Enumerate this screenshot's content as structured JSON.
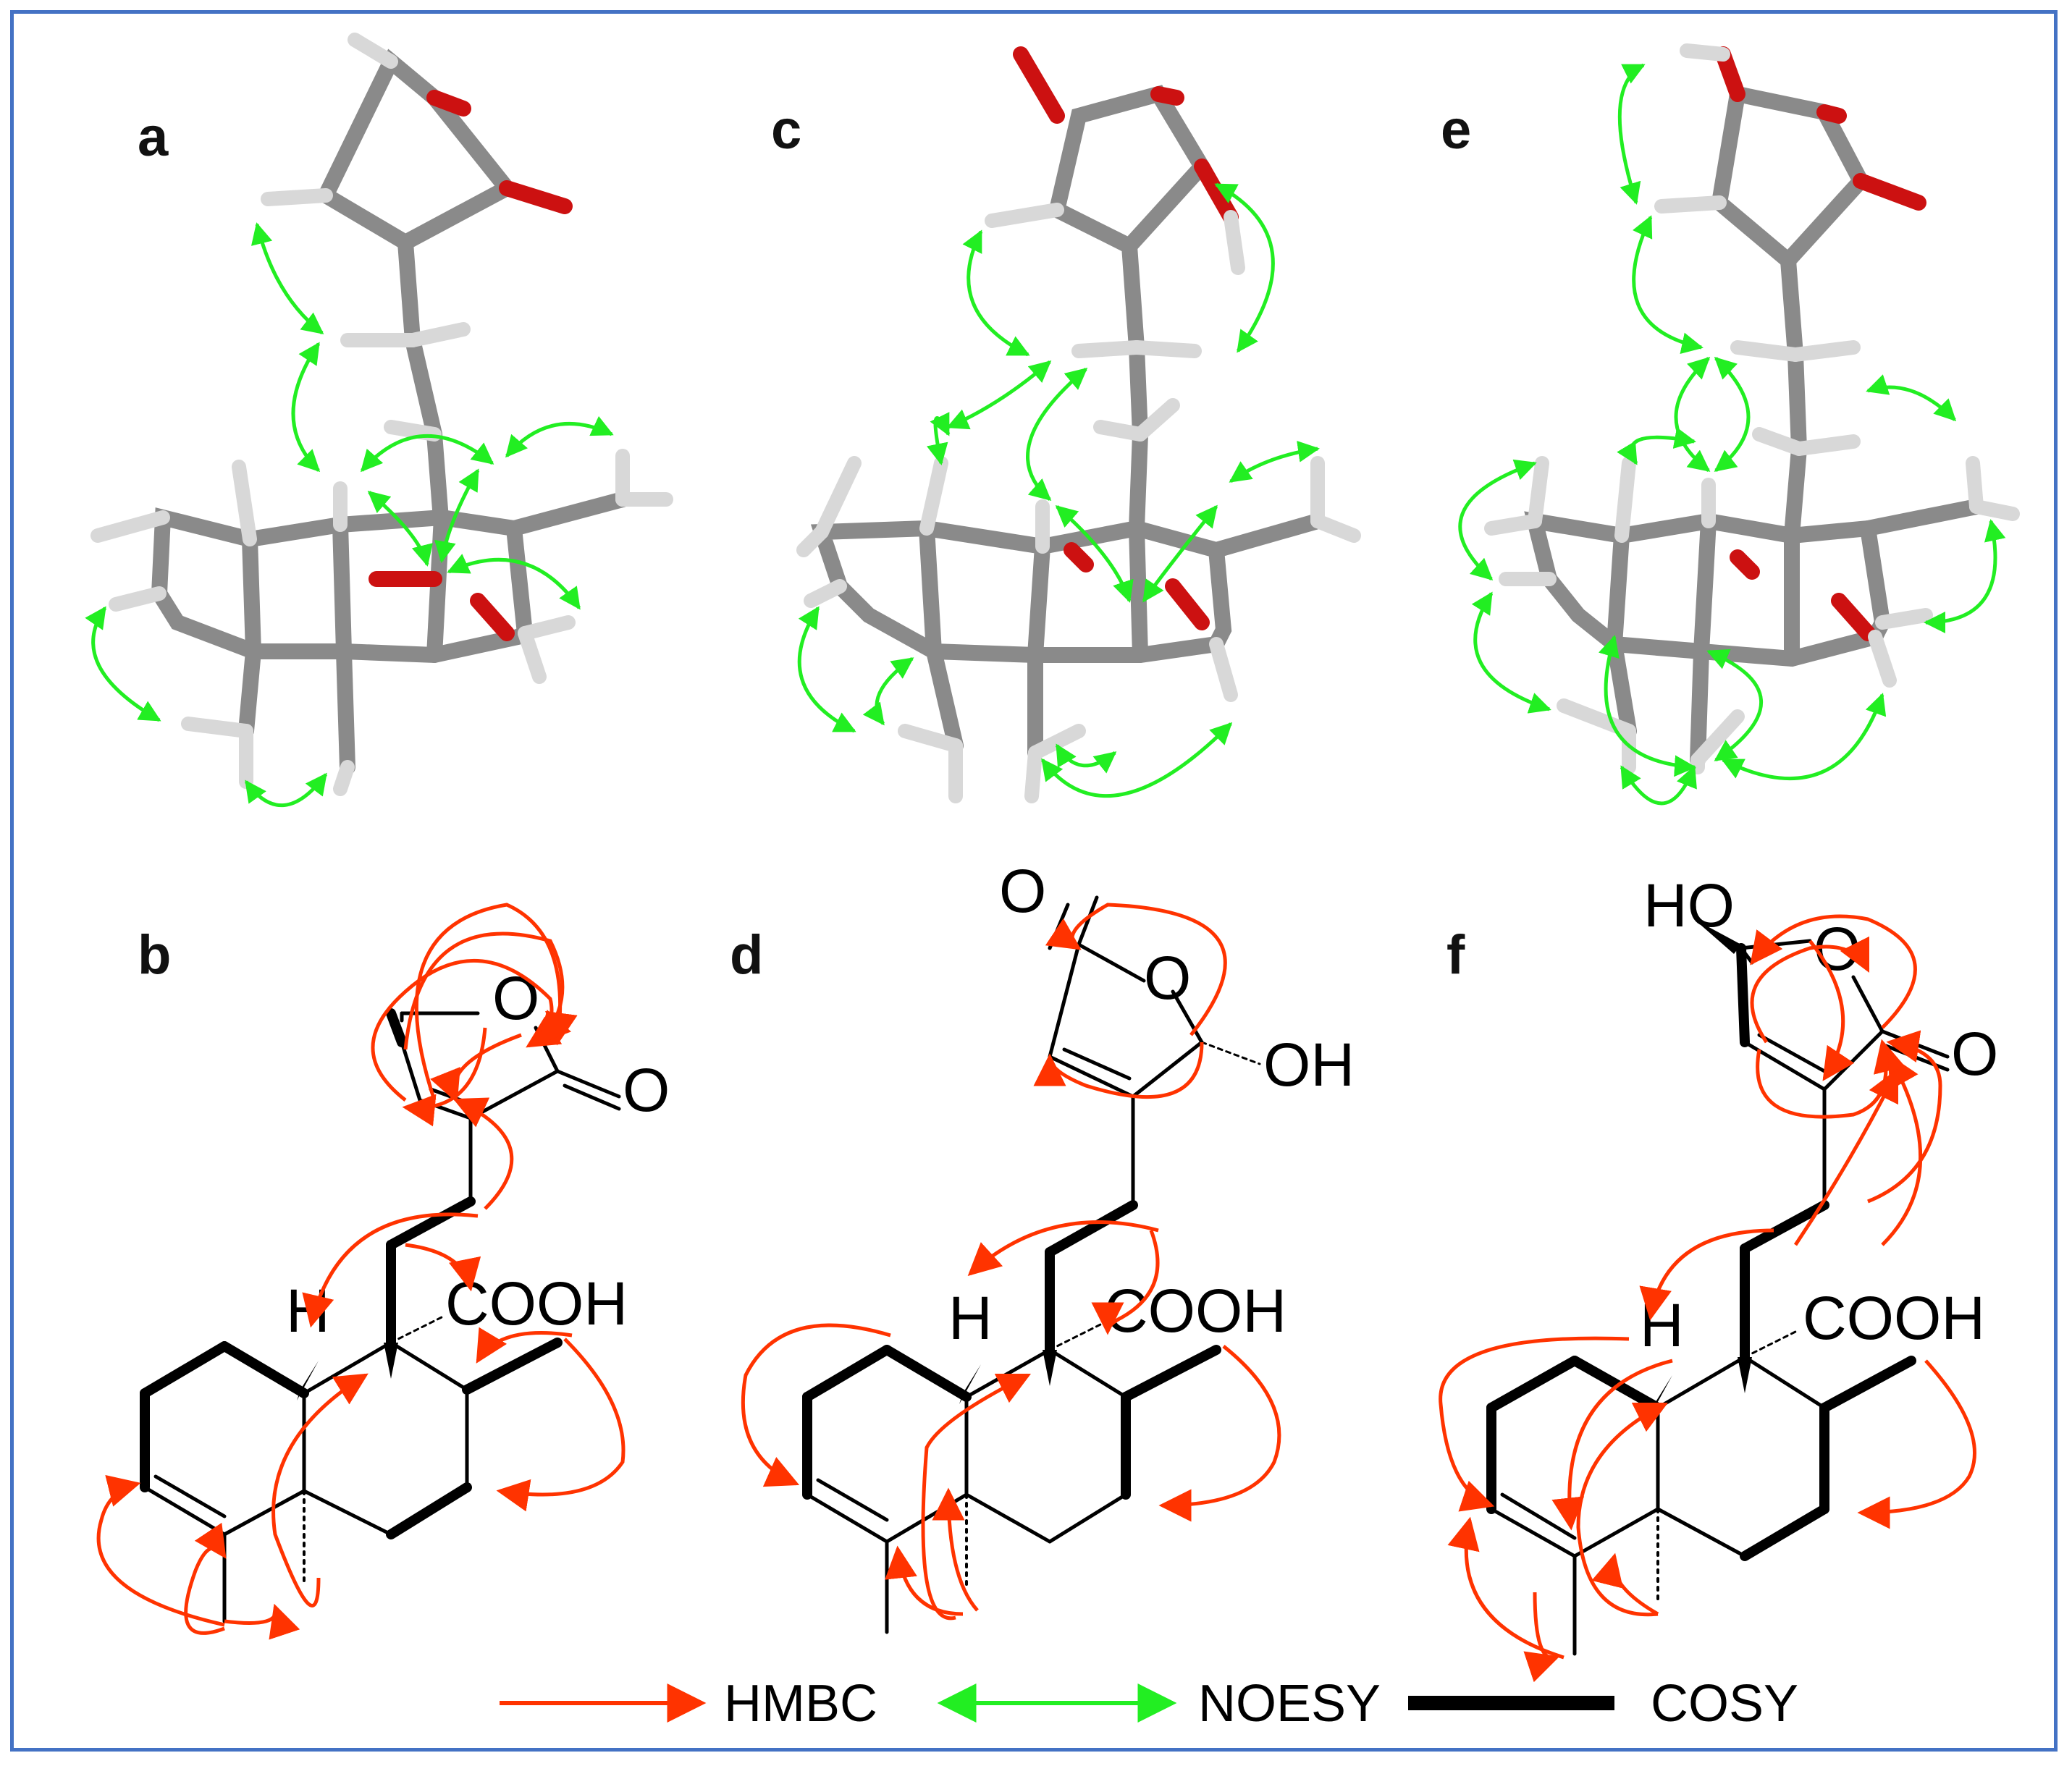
{
  "panels": [
    {
      "id": "a",
      "label": "a"
    },
    {
      "id": "b",
      "label": "b"
    },
    {
      "id": "c",
      "label": "c"
    },
    {
      "id": "d",
      "label": "d"
    },
    {
      "id": "e",
      "label": "e"
    },
    {
      "id": "f",
      "label": "f"
    }
  ],
  "structures": {
    "b": {
      "cooh": "COOH",
      "h": "H",
      "o_ring": "O",
      "o_carbonyl": "O"
    },
    "d": {
      "cooh": "COOH",
      "h": "H",
      "o_ring": "O",
      "o_carbonyl": "O",
      "oh": "OH"
    },
    "f": {
      "cooh": "COOH",
      "h": "H",
      "o_ring": "O",
      "o_carbonyl": "O",
      "ho": "HO"
    }
  },
  "legend": {
    "hmbc": {
      "label": "HMBC",
      "color": "#ff3300"
    },
    "noesy": {
      "label": "NOESY",
      "color": "#22ee22"
    },
    "cosy": {
      "label": "COSY",
      "color": "#000000"
    }
  },
  "colors": {
    "frame": "#4472c4",
    "carbon_bond": "#8a8a8a",
    "hydrogen": "#d8d8d8",
    "oxygen": "#cc1111"
  }
}
